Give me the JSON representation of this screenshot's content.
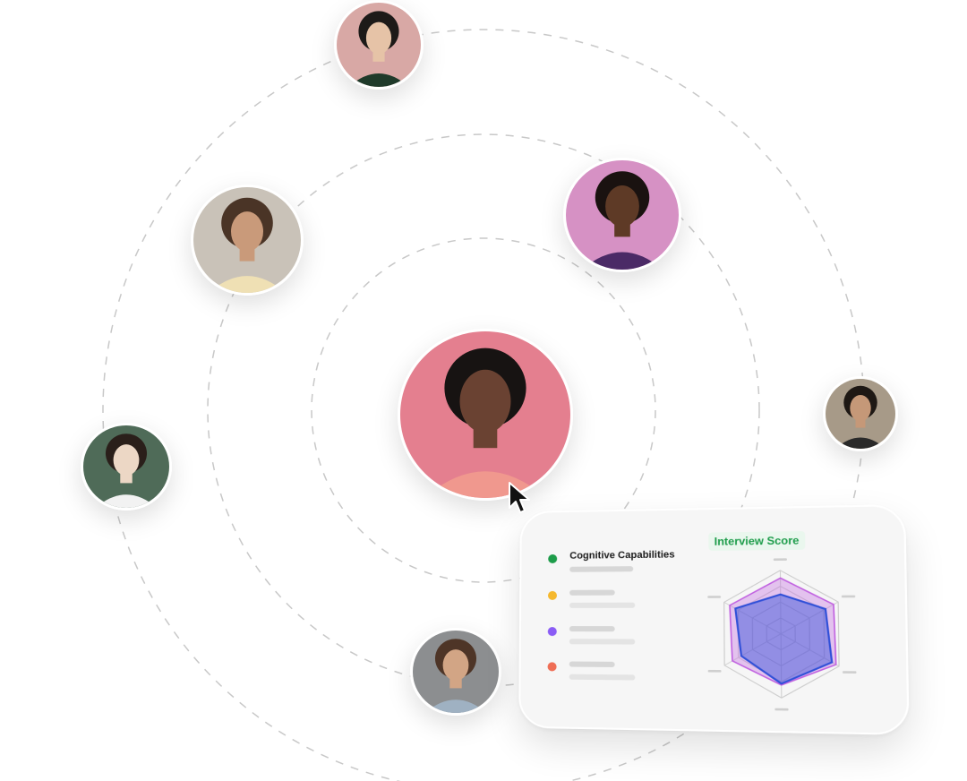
{
  "avatars": [
    {
      "name": "woman-green-top",
      "bg": "#d8a8a5",
      "skin": "#e6c3a7",
      "hair": "#1d1a18",
      "shirt": "#1f3a2a"
    },
    {
      "name": "woman-curly-hair",
      "bg": "#c9c2b8",
      "skin": "#c99a7a",
      "hair": "#4a3426",
      "shirt": "#efe0b4"
    },
    {
      "name": "man-purple-shirt",
      "bg": "#d691c4",
      "skin": "#5e3a26",
      "hair": "#1a1210",
      "shirt": "#4b2a66"
    },
    {
      "name": "woman-afro-center",
      "bg": "#e47f8f",
      "skin": "#6a4232",
      "hair": "#171312",
      "shirt": "#f0988e"
    },
    {
      "name": "man-smiling-right",
      "bg": "#a79a88",
      "skin": "#c59878",
      "hair": "#1e1814",
      "shirt": "#2a2a2a"
    },
    {
      "name": "woman-green-backdrop",
      "bg": "#4f6b58",
      "skin": "#ecd7c5",
      "hair": "#2a1f1a",
      "shirt": "#f2f2f2"
    },
    {
      "name": "man-bearded",
      "bg": "#8c8e90",
      "skin": "#d2a585",
      "hair": "#4e3527",
      "shirt": "#9fb1c2"
    }
  ],
  "card": {
    "legend": [
      {
        "label": "Cognitive Capabilities",
        "color": "#1d9c4a"
      },
      {
        "label": "",
        "color": "#f5b82e"
      },
      {
        "label": "",
        "color": "#8a5cf5"
      },
      {
        "label": "",
        "color": "#ef6e55"
      }
    ],
    "score_title": "Interview Score",
    "radar": {
      "type": "radar",
      "axes": 6,
      "levels": 4,
      "series": [
        {
          "color": "#c060e0",
          "values": [
            0.88,
            0.92,
            0.95,
            0.8,
            0.86,
            0.9
          ]
        },
        {
          "color": "#2f4fd8",
          "values": [
            0.62,
            0.78,
            0.88,
            0.78,
            0.7,
            0.8
          ]
        }
      ]
    }
  }
}
